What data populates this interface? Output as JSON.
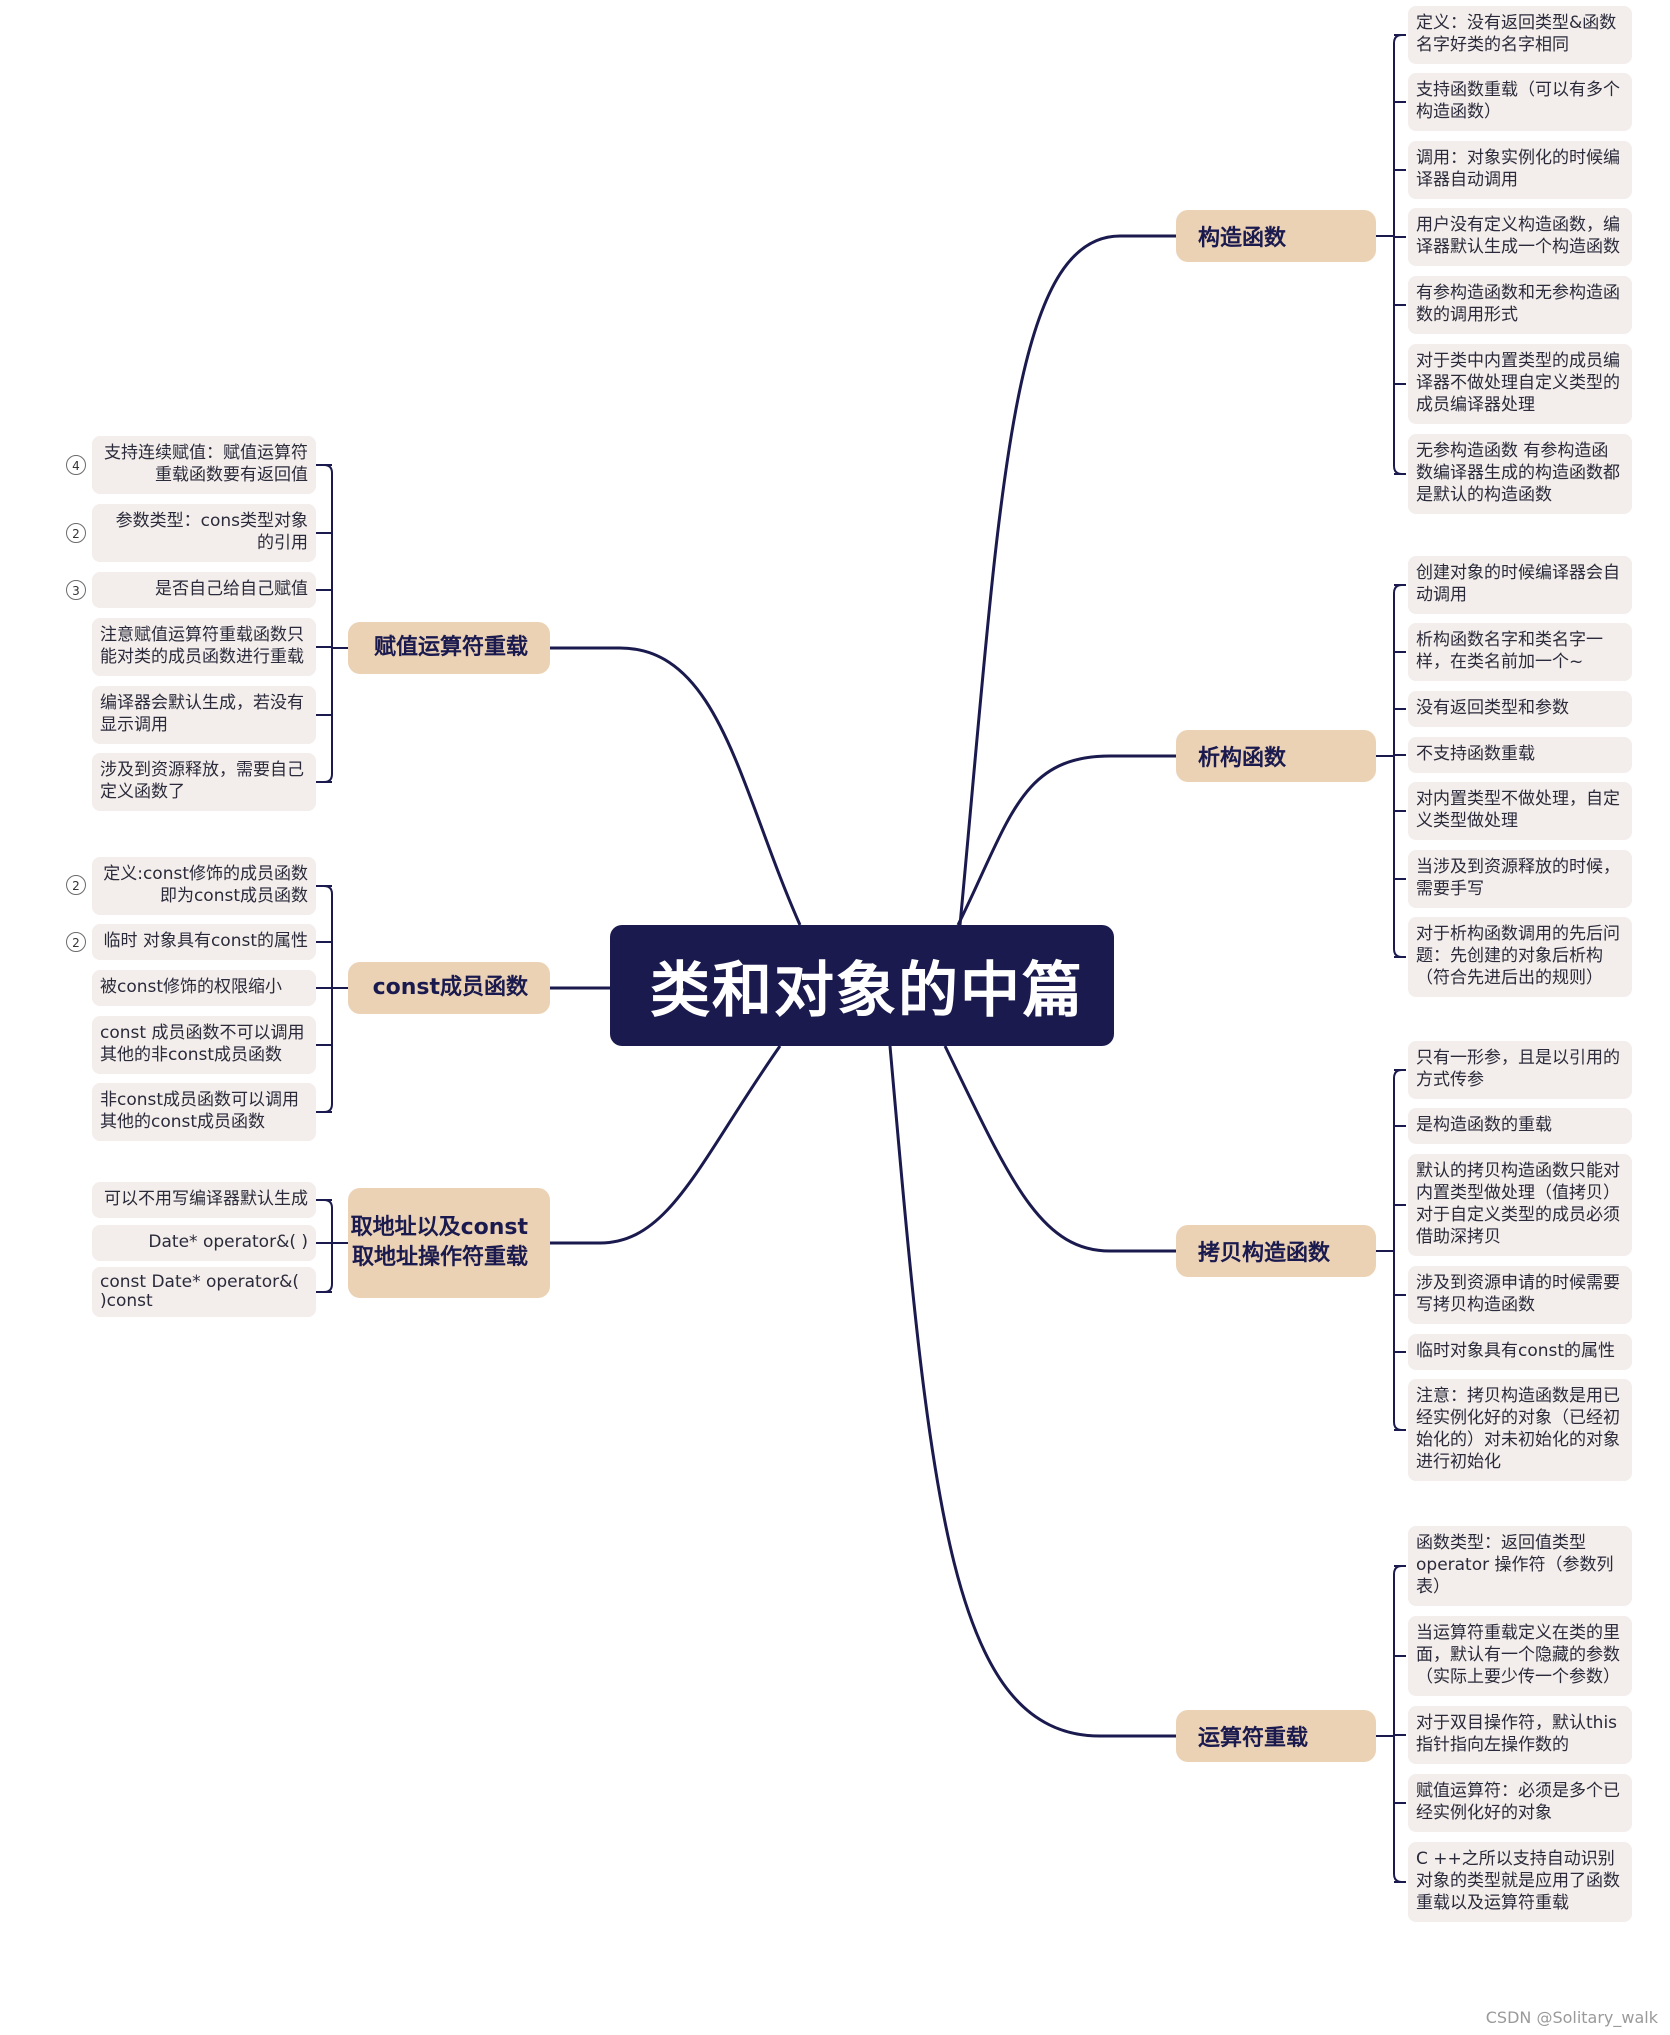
{
  "root": {
    "title": "类和对象的中篇"
  },
  "right_topics": [
    {
      "label": "构造函数",
      "items": [
        "定义：没有返回类型&函数名字好类的名字相同",
        "支持函数重载（可以有多个构造函数）",
        "调用：对象实例化的时候编译器自动调用",
        "用户没有定义构造函数，编译器默认生成一个构造函数",
        "有参构造函数和无参构造函数的调用形式",
        "对于类中内置类型的成员编译器不做处理自定义类型的成员编译器处理",
        "无参构造函数 有参构造函数编译器生成的构造函数都是默认的构造函数"
      ]
    },
    {
      "label": "析构函数",
      "items": [
        "创建对象的时候编译器会自动调用",
        "析构函数名字和类名字一样，在类名前加一个~",
        "没有返回类型和参数",
        "不支持函数重载",
        "对内置类型不做处理，自定义类型做处理",
        "当涉及到资源释放的时候，需要手写",
        "对于析构函数调用的先后问题：先创建的对象后析构（符合先进后出的规则）"
      ]
    },
    {
      "label": "拷贝构造函数",
      "items": [
        "只有一形参，且是以引用的方式传参",
        "是构造函数的重载",
        "默认的拷贝构造函数只能对内置类型做处理（值拷贝）对于自定义类型的成员必须借助深拷贝",
        "涉及到资源申请的时候需要写拷贝构造函数",
        "临时对象具有const的属性",
        "注意：拷贝构造函数是用已经实例化好的对象（已经初始化的）对未初始化的对象进行初始化"
      ]
    },
    {
      "label": "运算符重载",
      "items": [
        "函数类型：返回值类型 operator 操作符（参数列表）",
        "当运算符重载定义在类的里面，默认有一个隐藏的参数（实际上要少传一个参数）",
        "对于双目操作符，默认this指针指向左操作数的",
        "赋值运算符：必须是多个已经实例化好的对象",
        "C ++之所以支持自动识别对象的类型就是应用了函数重载以及运算符重载"
      ]
    }
  ],
  "left_topics": [
    {
      "label": "赋值运算符重载",
      "items": [
        {
          "text": "支持连续赋值：赋值运算符重载函数要有返回值",
          "marker": "4"
        },
        {
          "text": "参数类型：cons类型对象的引用",
          "marker": "2"
        },
        {
          "text": "是否自己给自己赋值",
          "marker": "3"
        },
        {
          "text": "注意赋值运算符重载函数只能对类的成员函数进行重载",
          "marker": ""
        },
        {
          "text": "编译器会默认生成，若没有显示调用",
          "marker": ""
        },
        {
          "text": "涉及到资源释放，需要自己定义函数了",
          "marker": ""
        }
      ]
    },
    {
      "label": "const成员函数",
      "items": [
        {
          "text": "定义:const修饰的成员函数即为const成员函数",
          "marker": "2"
        },
        {
          "text": "临时 对象具有const的属性",
          "marker": "2"
        },
        {
          "text": "被const修饰的权限缩小",
          "marker": ""
        },
        {
          "text": "const 成员函数不可以调用其他的非const成员函数",
          "marker": ""
        },
        {
          "text": "非const成员函数可以调用其他的const成员函数",
          "marker": ""
        }
      ]
    },
    {
      "label": "取地址以及const取地址操作符重载",
      "items": [
        {
          "text": "可以不用写编译器默认生成",
          "marker": ""
        },
        {
          "text": "Date* operator&( )",
          "marker": ""
        },
        {
          "text": "const Date* operator&( )const",
          "marker": ""
        }
      ]
    }
  ],
  "watermark": "CSDN @Solitary_walk",
  "colors": {
    "root": "#1a1a4e",
    "topic": "#ebd2b5",
    "leaf": "#f3eeeb",
    "line": "#1a1a4e"
  }
}
